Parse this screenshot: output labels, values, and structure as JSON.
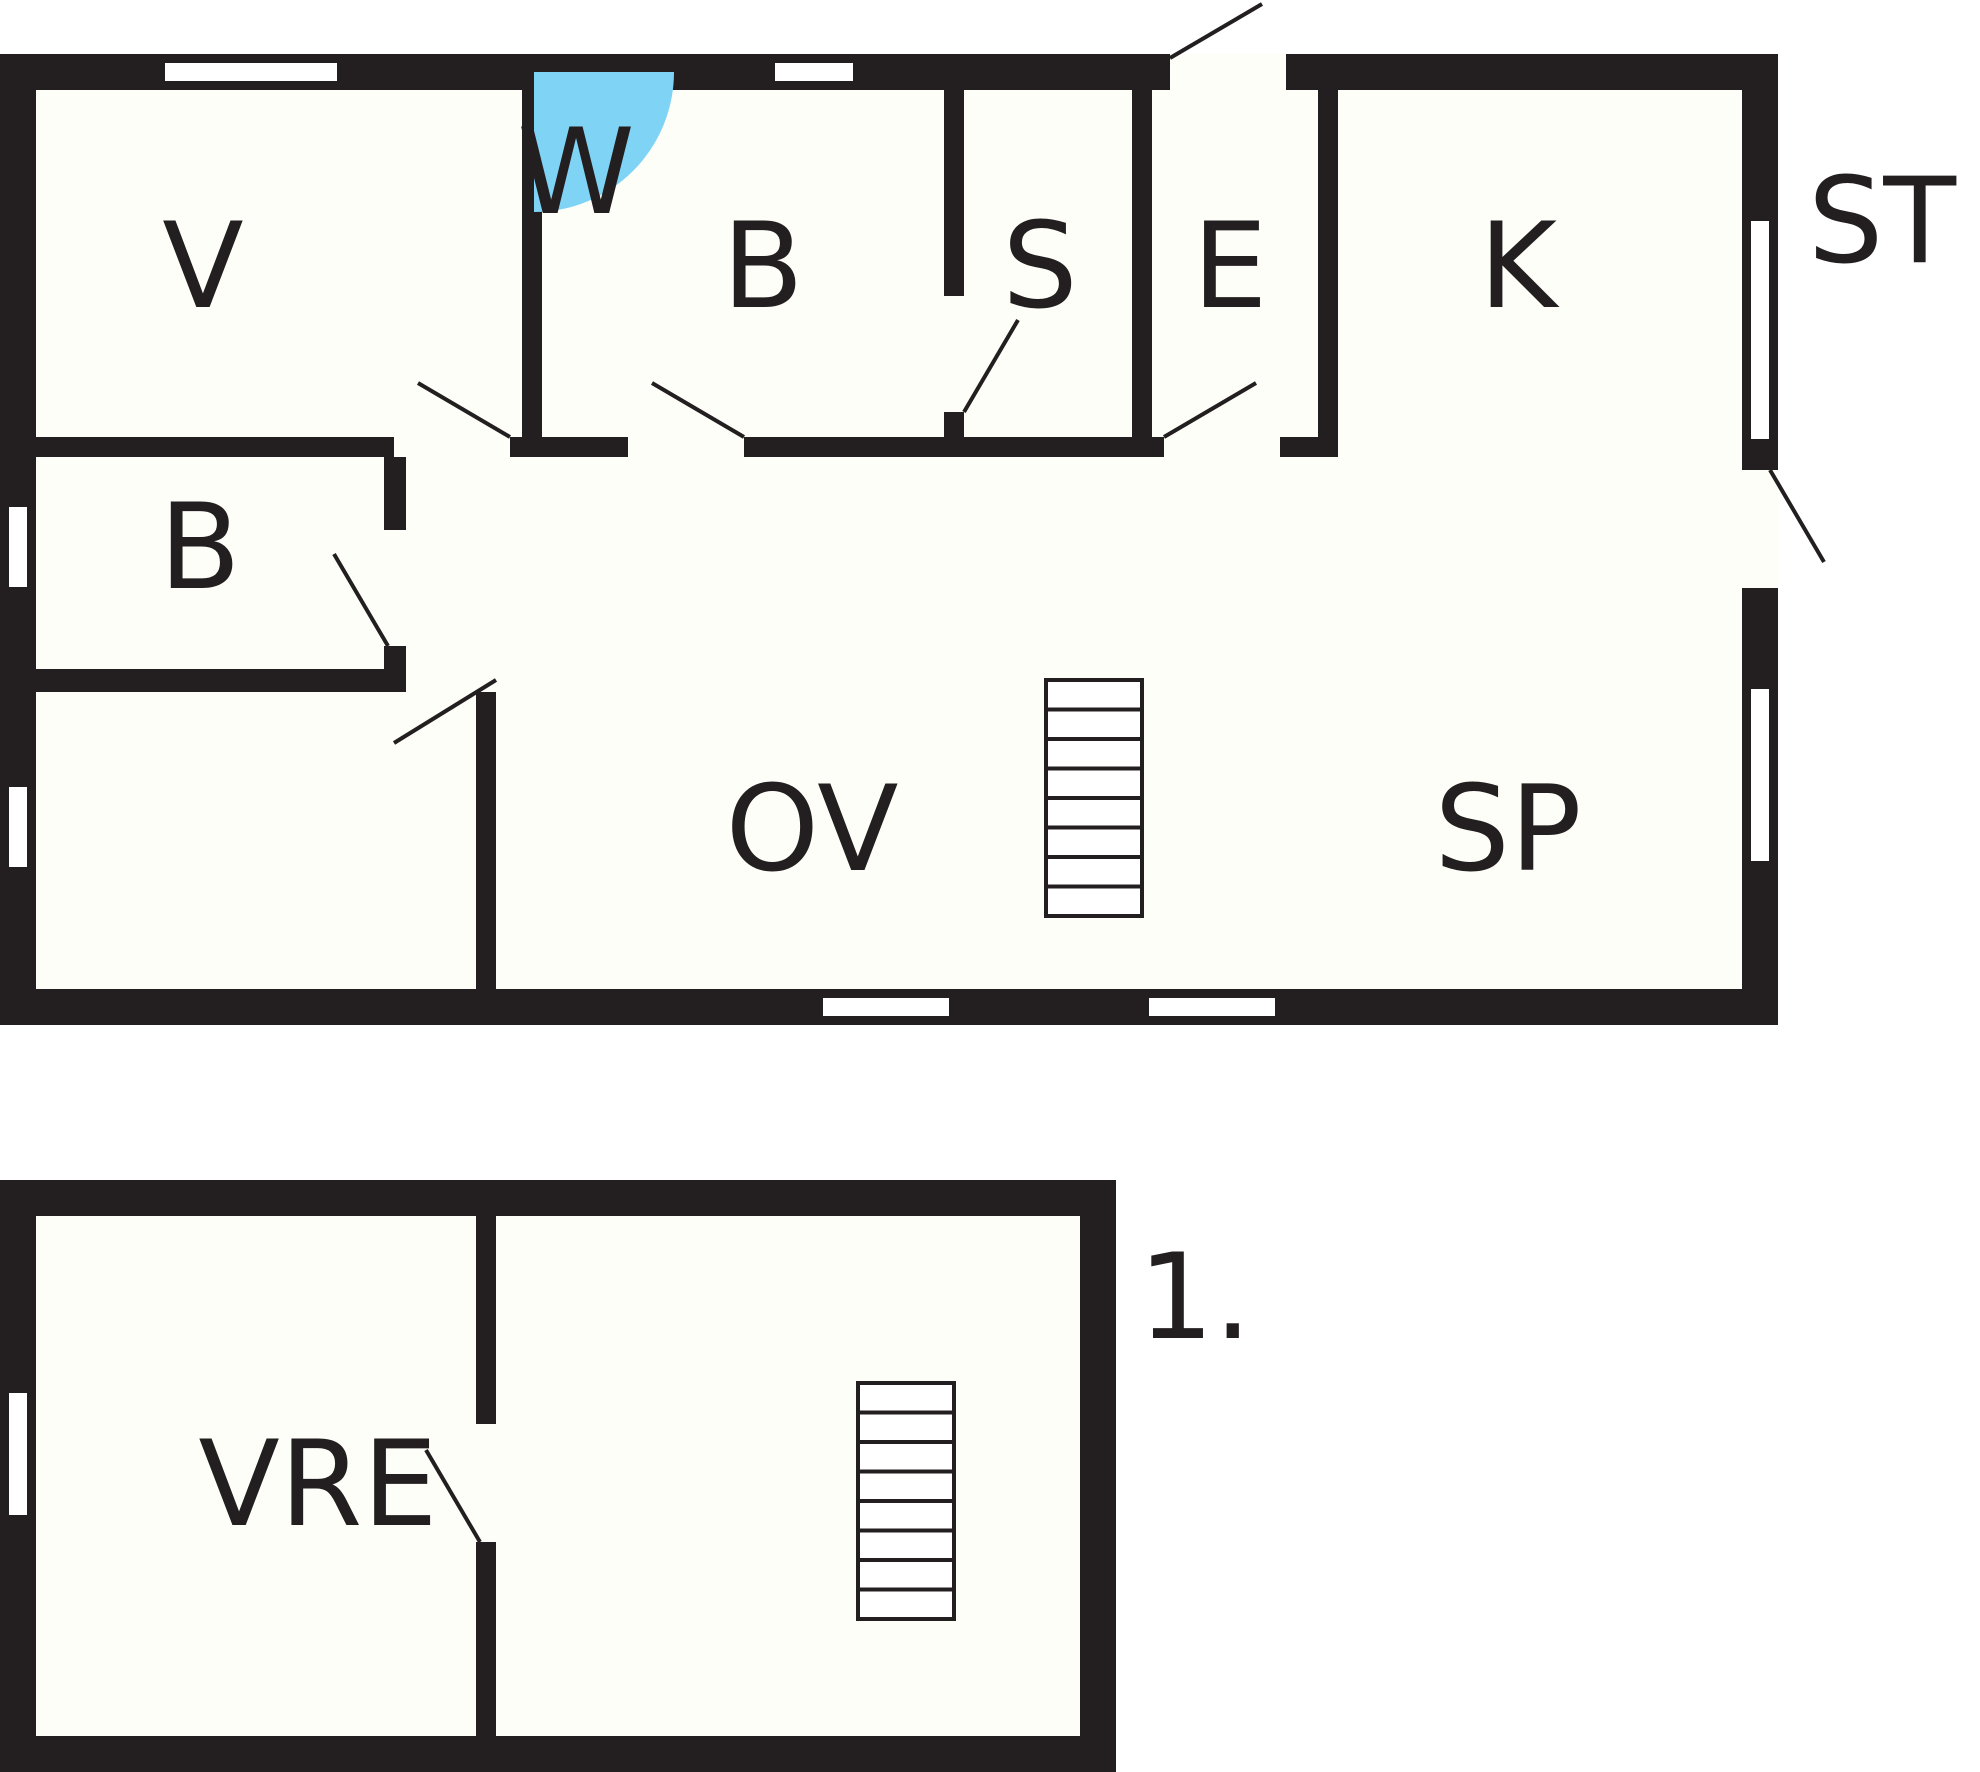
{
  "colors": {
    "wall": "#231f20",
    "floor": "#fefef9",
    "window": "#ffffff",
    "wet_area": "#7fd3f5"
  },
  "ground_floor": {
    "rooms": {
      "v": "V",
      "w": "W",
      "b_top": "B",
      "s": "S",
      "e": "E",
      "k": "K",
      "b_left": "B",
      "ov": "OV",
      "sp": "SP"
    },
    "terrace_label": "ST",
    "staircase_steps": 8
  },
  "upper_floor": {
    "level_label": "1.",
    "rooms": {
      "vre": "VRE"
    },
    "staircase_steps": 8
  }
}
